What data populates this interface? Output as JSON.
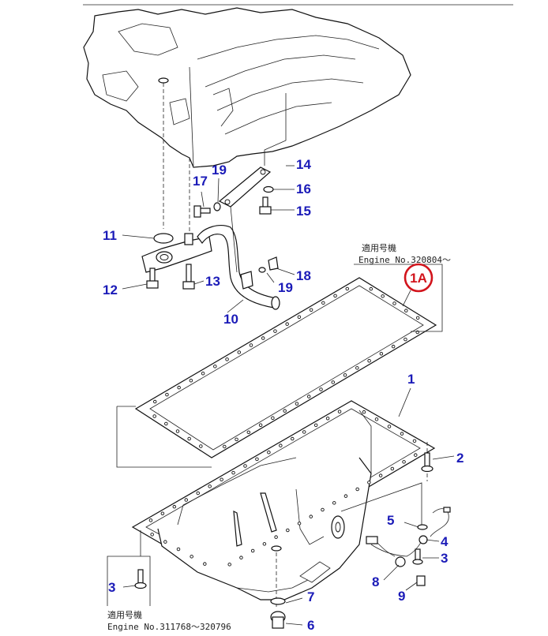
{
  "diagram": {
    "callouts": {
      "c1": "1",
      "c2": "2",
      "c3a": "3",
      "c3b": "3",
      "c4": "4",
      "c5": "5",
      "c6": "6",
      "c7": "7",
      "c8": "8",
      "c9": "9",
      "c10": "10",
      "c11": "11",
      "c12": "12",
      "c13": "13",
      "c14": "14",
      "c15": "15",
      "c16": "16",
      "c17": "17",
      "c18": "18",
      "c19a": "19",
      "c19b": "19"
    },
    "badge": "1A",
    "note_upper": {
      "line1": "適用号機",
      "line2": "Engine No.320804～"
    },
    "note_lower": {
      "line1": "適用号機",
      "line2": "Engine No.311768～320796"
    },
    "colors": {
      "callout": "#1b1bb8",
      "badge": "#d2141c",
      "ink": "#111111"
    }
  }
}
